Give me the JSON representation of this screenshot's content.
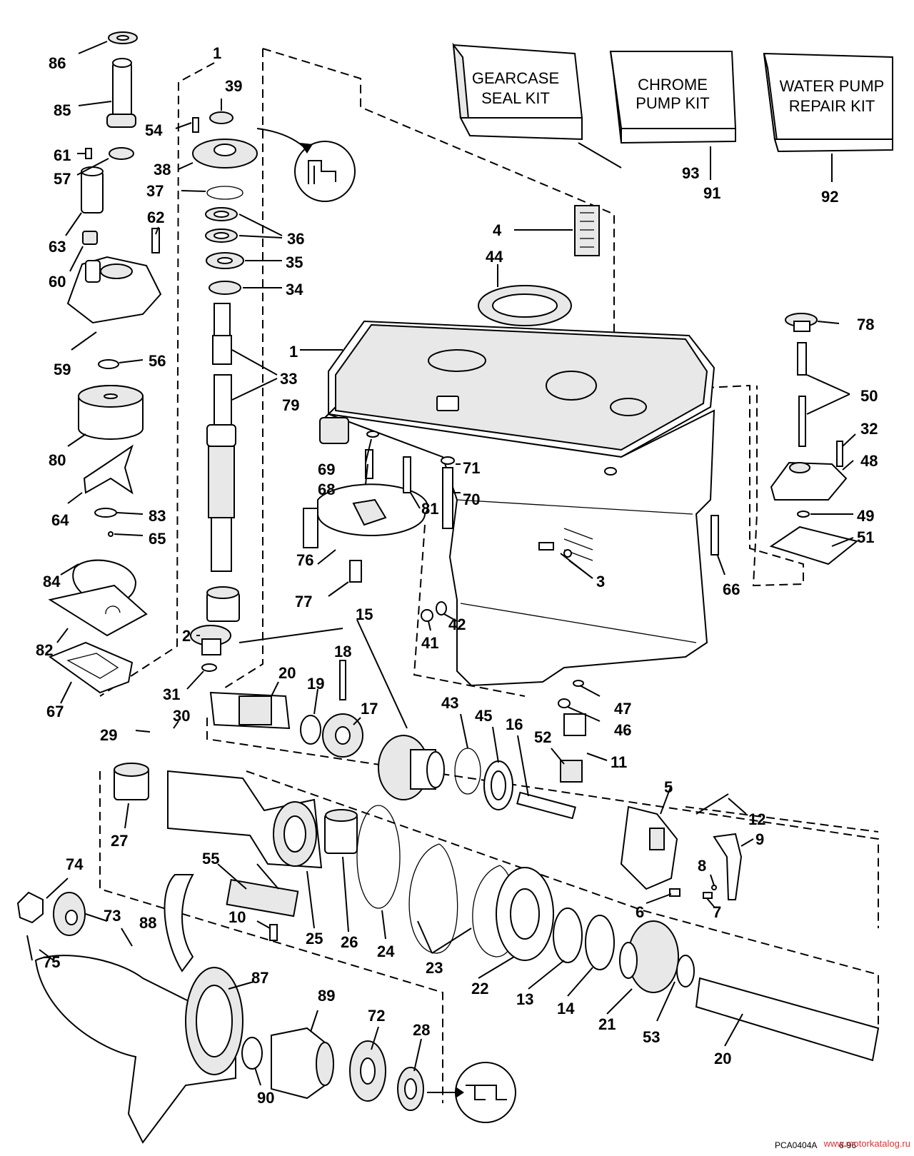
{
  "kits": [
    {
      "line1": "GEARCASE",
      "line2": "SEAL KIT",
      "number": "93"
    },
    {
      "line1": "CHROME",
      "line2": "PUMP KIT",
      "number": "91"
    },
    {
      "line1": "WATER PUMP",
      "line2": "REPAIR KIT",
      "number": "92"
    }
  ],
  "callouts": {
    "c86": "86",
    "c85": "85",
    "c61": "61",
    "c57": "57",
    "c63": "63",
    "c60": "60",
    "c62": "62",
    "c59": "59",
    "c56": "56",
    "c80": "80",
    "c64": "64",
    "c83": "83",
    "c65": "65",
    "c84": "84",
    "c82": "82",
    "c67": "67",
    "c1top": "1",
    "c39": "39",
    "c54": "54",
    "c38": "38",
    "c37": "37",
    "c36": "36",
    "c35": "35",
    "c34": "34",
    "c33": "33",
    "c2": "2",
    "c31": "31",
    "c4": "4",
    "c44": "44",
    "c1": "1",
    "c79": "79",
    "c69": "69",
    "c68": "68",
    "c81": "81",
    "c71": "71",
    "c70": "70",
    "c76": "76",
    "c77": "77",
    "c3": "3",
    "c41": "41",
    "c42": "42",
    "c15": "15",
    "c18": "18",
    "c20a": "20",
    "c19": "19",
    "c17": "17",
    "c30": "30",
    "c29": "29",
    "c43": "43",
    "c45": "45",
    "c16": "16",
    "c52": "52",
    "c11": "11",
    "c47": "47",
    "c46": "46",
    "c78": "78",
    "c50": "50",
    "c32": "32",
    "c48": "48",
    "c49": "49",
    "c51": "51",
    "c66": "66",
    "c27": "27",
    "c5": "5",
    "c12": "12",
    "c9": "9",
    "c8": "8",
    "c7": "7",
    "c6": "6",
    "c74": "74",
    "c55": "55",
    "c73": "73",
    "c10": "10",
    "c25": "25",
    "c26": "26",
    "c24": "24",
    "c23": "23",
    "c22": "22",
    "c13": "13",
    "c14": "14",
    "c21": "21",
    "c53": "53",
    "c20b": "20",
    "c75": "75",
    "c88": "88",
    "c87": "87",
    "c89": "89",
    "c72": "72",
    "c28": "28",
    "c90": "90"
  },
  "footer": {
    "code": "PCA0404A",
    "date": "6-96"
  },
  "watermark": "www.motorkatalog.ru"
}
